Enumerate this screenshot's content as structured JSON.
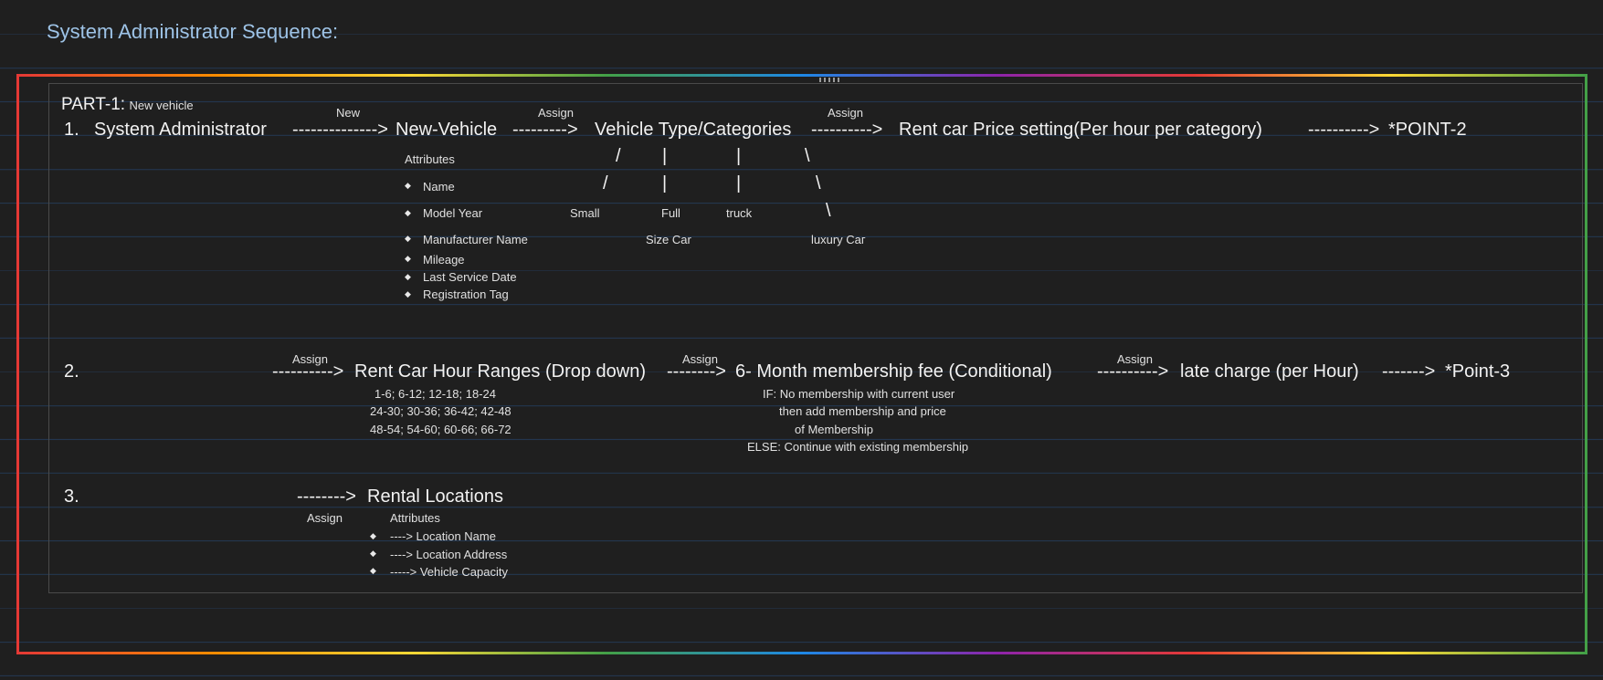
{
  "title": "System Administrator Sequence:",
  "part": {
    "label": "PART-1:",
    "sublabel": "New vehicle"
  },
  "row1": {
    "num": "1.",
    "arrows": {
      "new": "New",
      "assign1": "Assign",
      "assign2": "Assign"
    },
    "line": {
      "actor": "System Administrator",
      "arrow1": "-------------->",
      "new_vehicle": "New-Vehicle",
      "arrow2": "--------->",
      "vehicle_type": "Vehicle Type/Categories",
      "arrow3": "---------->",
      "price": "Rent car Price setting(Per hour per category)",
      "arrow4": "---------->",
      "point": "*POINT-2"
    },
    "attributes_label": "Attributes",
    "attributes": [
      "Name",
      "Model Year",
      "Manufacturer Name",
      "Mileage",
      "Last Service Date",
      "Registration Tag"
    ],
    "categories": {
      "small": "Small",
      "full": "Full",
      "size_car": "Size Car",
      "truck": "truck",
      "luxury": "luxury Caг"
    }
  },
  "row2": {
    "num": "2.",
    "assign1": "Assign",
    "assign2": "Assign",
    "assign3": "Assign",
    "arrow1": "---------->",
    "hour_ranges": "Rent Car Hour Ranges (Drop down)",
    "arrow2": "-------->",
    "membership": "6- Month membership fee (Conditional)",
    "arrow3": "---------->",
    "late": "late charge (per Hour)",
    "arrow4": "------->",
    "point": "*Point-3",
    "ranges": [
      "1-6; 6-12; 12-18; 18-24",
      "24-30; 30-36; 36-42; 42-48",
      "48-54; 54-60; 60-66; 66-72"
    ],
    "condition": {
      "if": "IF: No membership with current user",
      "then1": "then add membership and price",
      "then2": "of Membership",
      "else": "ELSE: Continue with existing membership"
    }
  },
  "row3": {
    "num": "3.",
    "arrow": "-------->",
    "locations": "Rental Locations",
    "assign": "Assign",
    "attributes_label": "Attributes",
    "attributes": [
      "----> Location Name",
      "----> Location Address",
      "-----> Vehicle Capacity"
    ]
  }
}
